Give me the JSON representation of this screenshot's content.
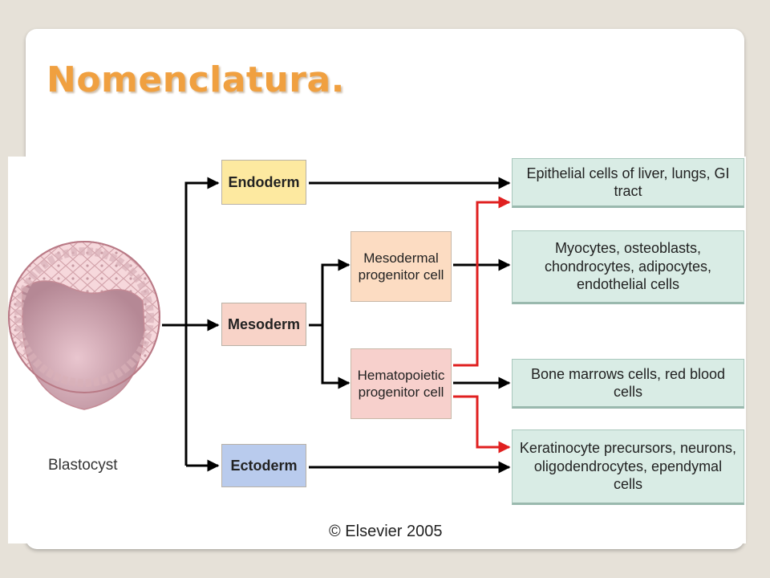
{
  "slide": {
    "title": "Nomenclatura."
  },
  "diagram": {
    "blastocyst_label": "Blastocyst",
    "germ_layers": {
      "endoderm": "Endoderm",
      "mesoderm": "Mesoderm",
      "ectoderm": "Ectoderm"
    },
    "progenitors": {
      "mesodermal": "Mesodermal progenitor cell",
      "hematopoietic": "Hematopoietic progenitor cell"
    },
    "results": {
      "epithelial": "Epithelial cells of liver, lungs, GI tract",
      "myocytes": "Myocytes, osteoblasts, chondrocytes, adipocytes, endothelial cells",
      "bone_marrow": "Bone marrows cells, red blood cells",
      "keratinocyte": "Keratinocyte precursors, neurons, oligodendrocytes, ependymal cells"
    },
    "copyright": "© Elsevier 2005",
    "colors": {
      "arrow": "#000000",
      "plasticity_arrow": "#e02020",
      "endoderm": "#fde9a0",
      "mesoderm": "#f8d3c8",
      "ectoderm": "#b9cbed",
      "result": "#d9ece5"
    }
  }
}
